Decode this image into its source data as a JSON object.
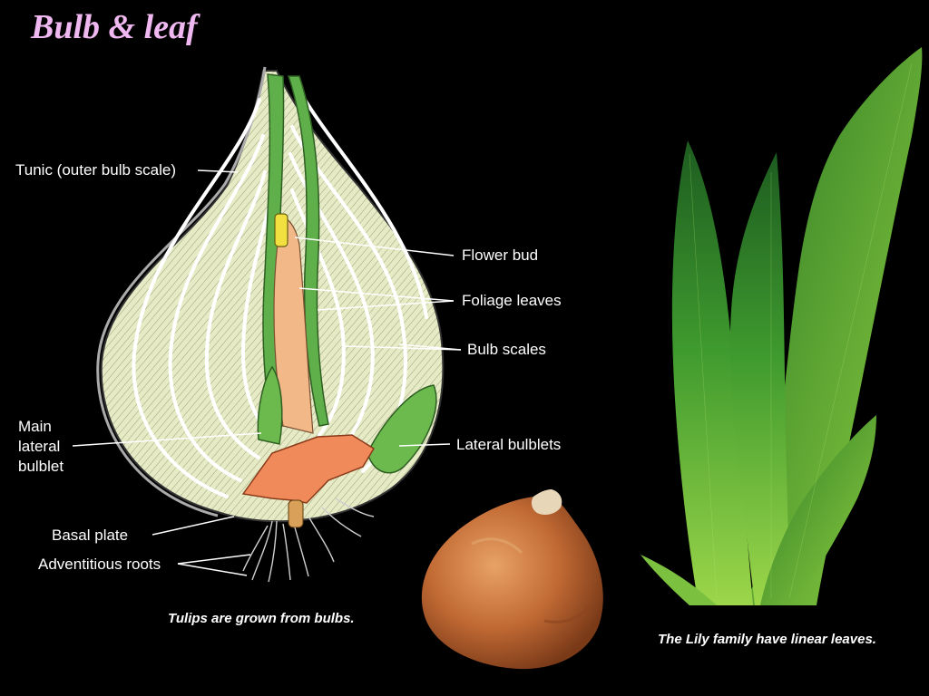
{
  "slide": {
    "title": "Bulb & leaf",
    "title_color": "#f0b8f0",
    "background": "#000000"
  },
  "diagram": {
    "labels": {
      "tunic": "Tunic (outer bulb scale)",
      "flower_bud": "Flower bud",
      "foliage_leaves": "Foliage leaves",
      "bulb_scales": "Bulb scales",
      "lateral_bulblets": "Lateral bulblets",
      "main_lateral_bulblet_1": "Main",
      "main_lateral_bulblet_2": "lateral",
      "main_lateral_bulblet_3": "bulblet",
      "basal_plate": "Basal plate",
      "adventitious_roots": "Adventitious roots"
    },
    "colors": {
      "scale_fill": "#e6ebc6",
      "leaf_green": "#5fb04a",
      "stem_tan": "#f2b888",
      "basal_plate": "#f08a5a",
      "bud_yellow": "#f2e040"
    }
  },
  "captions": {
    "tulip": "Tulips are grown from bulbs.",
    "lily": "The Lily family have linear leaves."
  }
}
